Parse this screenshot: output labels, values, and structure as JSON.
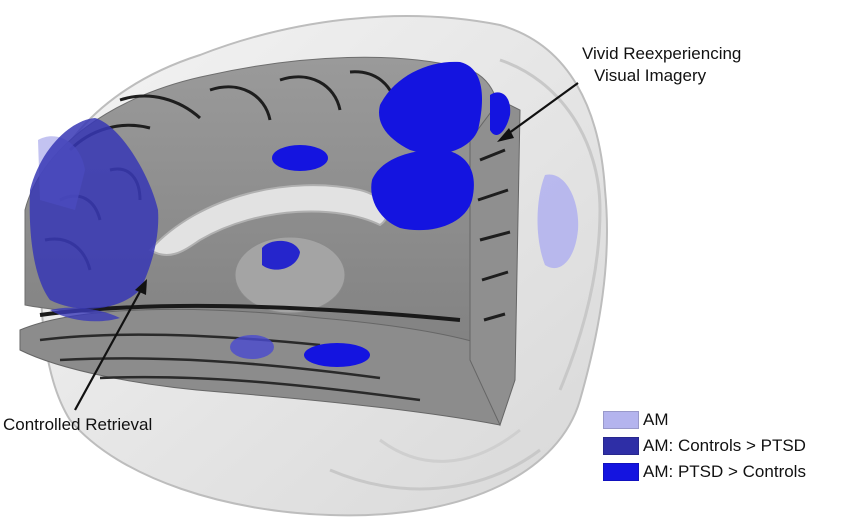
{
  "annotations": {
    "top_right_line1": "Vivid Reexperiencing",
    "top_right_line2": "Visual Imagery",
    "bottom_left": "Controlled Retrieval"
  },
  "legend": {
    "items": [
      {
        "label": "AM",
        "color": "#b4b4ee"
      },
      {
        "label": "AM: Controls > PTSD",
        "color": "#2e2ea6"
      },
      {
        "label": "AM: PTSD > Controls",
        "color": "#1414e0"
      }
    ]
  }
}
